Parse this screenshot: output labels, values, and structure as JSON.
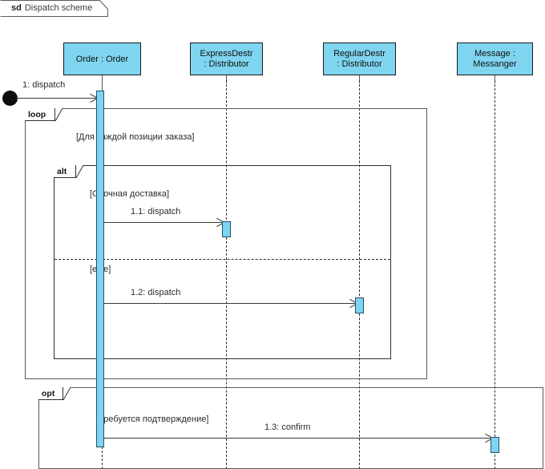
{
  "diagram": {
    "kind_keyword": "sd",
    "title": "Dispatch scheme",
    "colors": {
      "lifeline_fill": "#7fd4f0",
      "lifeline_border": "#1a1a1a",
      "activation_fill": "#7fd4f0",
      "activation_border": "#24506b",
      "frame_border": "#5a5a5a",
      "text": "#2b2b2b",
      "start_node": "#0d0d0d"
    }
  },
  "lifelines": [
    {
      "id": "order",
      "line1": "Order : Order",
      "line2": ""
    },
    {
      "id": "express",
      "line1": "ExpressDestr",
      "line2": ": Distributor"
    },
    {
      "id": "regular",
      "line1": "RegularDestr",
      "line2": ": Distributor"
    },
    {
      "id": "message",
      "line1": "Message :",
      "line2": "Messanger"
    }
  ],
  "start_message": {
    "label": "1: dispatch",
    "target": "order"
  },
  "fragments": [
    {
      "id": "loop",
      "operator": "loop",
      "guards": [
        "[Для каждой позиции заказа]"
      ]
    },
    {
      "id": "alt",
      "operator": "alt",
      "guards": [
        "[Срочная доставка]",
        "[else]"
      ]
    },
    {
      "id": "opt",
      "operator": "opt",
      "guards": [
        "[Требуется подтверждение]"
      ]
    }
  ],
  "messages": [
    {
      "id": "m1",
      "label": "1: dispatch",
      "from": "start",
      "to": "order"
    },
    {
      "id": "m2",
      "label": "1.1: dispatch",
      "from": "order",
      "to": "express"
    },
    {
      "id": "m3",
      "label": "1.2: dispatch",
      "from": "order",
      "to": "regular"
    },
    {
      "id": "m4",
      "label": "1.3: confirm",
      "from": "order",
      "to": "message"
    }
  ]
}
